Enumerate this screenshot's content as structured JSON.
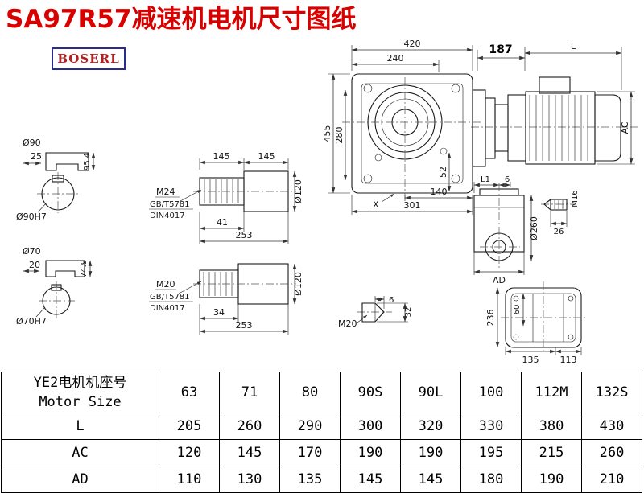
{
  "page": {
    "title": "SA97R57减速机电机尺寸图纸",
    "logo": "BOSERL"
  },
  "colors": {
    "title_red": "#d90000",
    "logo_border_navy": "#2b2b8c",
    "logo_text_red": "#b22222",
    "line_black": "#1a1a1a"
  },
  "labels": {
    "left_top": {
      "dia": "Ø90",
      "len": "25",
      "height": "95.4",
      "fit": "Ø90H7"
    },
    "left_bottom": {
      "dia": "Ø70",
      "len": "20",
      "height": "74.9",
      "fit": "Ø70H7"
    },
    "mid_top": {
      "seg1": "145",
      "seg2": "145",
      "dia": "Ø120",
      "thread": "M24",
      "std1": "GB/T5781",
      "std2": "DIN4017",
      "thread_len": "41",
      "total": "253"
    },
    "mid_bottom": {
      "dia": "Ø120",
      "thread": "M20",
      "std1": "GB/T5781",
      "std2": "DIN4017",
      "thread_len": "34",
      "total": "253"
    },
    "main": {
      "width": "420",
      "width2": "240",
      "adapter": "187",
      "motor_len": "L",
      "height": "455",
      "height2": "280",
      "d52": "52",
      "d140": "140",
      "x": "X",
      "d301": "301",
      "ac": "AC"
    },
    "side": {
      "l1": "L1",
      "d6": "6",
      "m16": "M16",
      "dia": "Ø260",
      "d26": "26",
      "ad": "AD"
    },
    "plug": {
      "m20": "M20",
      "d6": "6",
      "d32": "32"
    },
    "rear": {
      "height": "236",
      "d60": "60",
      "w1": "135",
      "w2": "113"
    }
  },
  "table": {
    "header": {
      "line1": "YE2电机机座号",
      "line2": "Motor Size"
    },
    "columns": [
      "63",
      "71",
      "80",
      "90S",
      "90L",
      "100",
      "112M",
      "132S"
    ],
    "rows": [
      {
        "label": "L",
        "values": [
          "205",
          "260",
          "290",
          "300",
          "320",
          "330",
          "380",
          "430"
        ]
      },
      {
        "label": "AC",
        "values": [
          "120",
          "145",
          "170",
          "190",
          "190",
          "195",
          "215",
          "260"
        ]
      },
      {
        "label": "AD",
        "values": [
          "110",
          "130",
          "135",
          "145",
          "145",
          "180",
          "190",
          "210"
        ]
      }
    ]
  }
}
